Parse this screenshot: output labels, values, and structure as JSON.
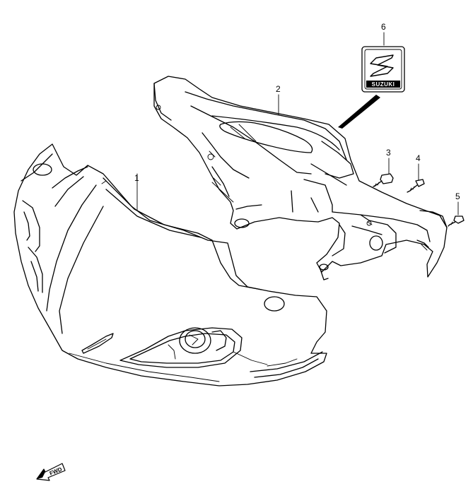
{
  "callouts": [
    {
      "id": "1",
      "label": "1"
    },
    {
      "id": "2",
      "label": "2"
    },
    {
      "id": "3",
      "label": "3"
    },
    {
      "id": "4",
      "label": "4"
    },
    {
      "id": "5",
      "label": "5"
    },
    {
      "id": "6",
      "label": "6"
    }
  ],
  "emblem": {
    "brand": "SUZUKI"
  },
  "direction_arrow": {
    "label": "FWD"
  }
}
